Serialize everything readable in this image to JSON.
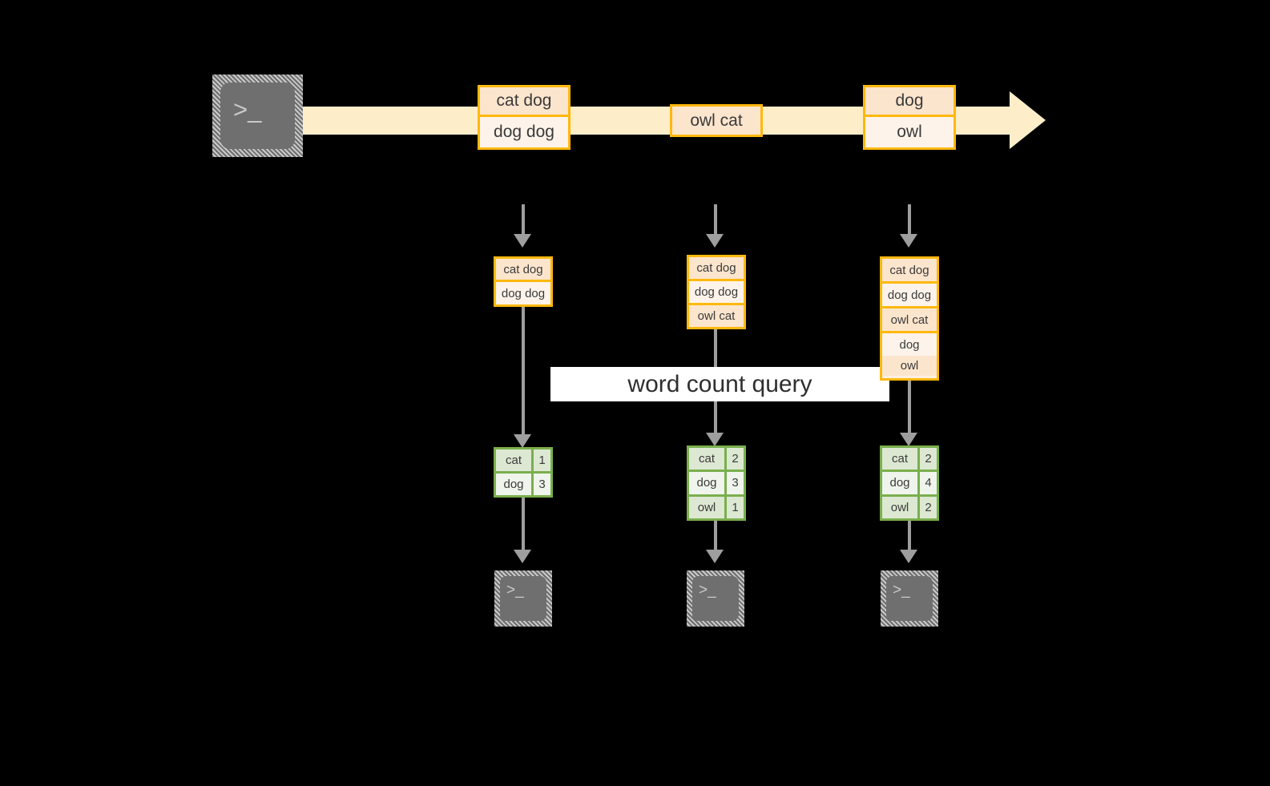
{
  "diagram": {
    "title_label": "word count query",
    "colors": {
      "stream_band": "#fdeec9",
      "event_border": "#ffb80d",
      "event_fill_dark": "#fce5cd",
      "event_fill_light": "#fdf3ea",
      "result_border": "#7aaf4d",
      "result_fill_dark": "#dde8d3",
      "result_fill_light": "#eff4ec",
      "arrow_gray": "#9e9e9e",
      "terminal_gray": "#6f6f6f",
      "background": "#000000",
      "label_fill": "#ffffff"
    },
    "producer_terminal": {
      "icon": "terminal-prompt-icon",
      "glyph": ">_"
    },
    "stream_events": [
      {
        "id": "event-group-1",
        "lines": [
          "cat dog",
          "dog dog"
        ]
      },
      {
        "id": "event-group-2",
        "lines": [
          "owl cat"
        ]
      },
      {
        "id": "event-group-3",
        "lines": [
          "dog",
          "owl"
        ]
      }
    ],
    "snapshots": [
      {
        "id": "snapshot-1",
        "input_lines": [
          "cat dog",
          "dog dog"
        ],
        "results": [
          {
            "word": "cat",
            "count": "1"
          },
          {
            "word": "dog",
            "count": "3"
          }
        ],
        "consumer": {
          "icon": "terminal-prompt-icon",
          "glyph": ">_"
        }
      },
      {
        "id": "snapshot-2",
        "input_lines": [
          "cat dog",
          "dog dog",
          "owl cat"
        ],
        "results": [
          {
            "word": "cat",
            "count": "2"
          },
          {
            "word": "dog",
            "count": "3"
          },
          {
            "word": "owl",
            "count": "1"
          }
        ],
        "consumer": {
          "icon": "terminal-prompt-icon",
          "glyph": ">_"
        }
      },
      {
        "id": "snapshot-3",
        "input_lines": [
          "cat dog",
          "dog dog",
          "owl cat",
          "dog",
          "owl"
        ],
        "results": [
          {
            "word": "cat",
            "count": "2"
          },
          {
            "word": "dog",
            "count": "4"
          },
          {
            "word": "owl",
            "count": "2"
          }
        ],
        "consumer": {
          "icon": "terminal-prompt-icon",
          "glyph": ">_"
        }
      }
    ]
  }
}
